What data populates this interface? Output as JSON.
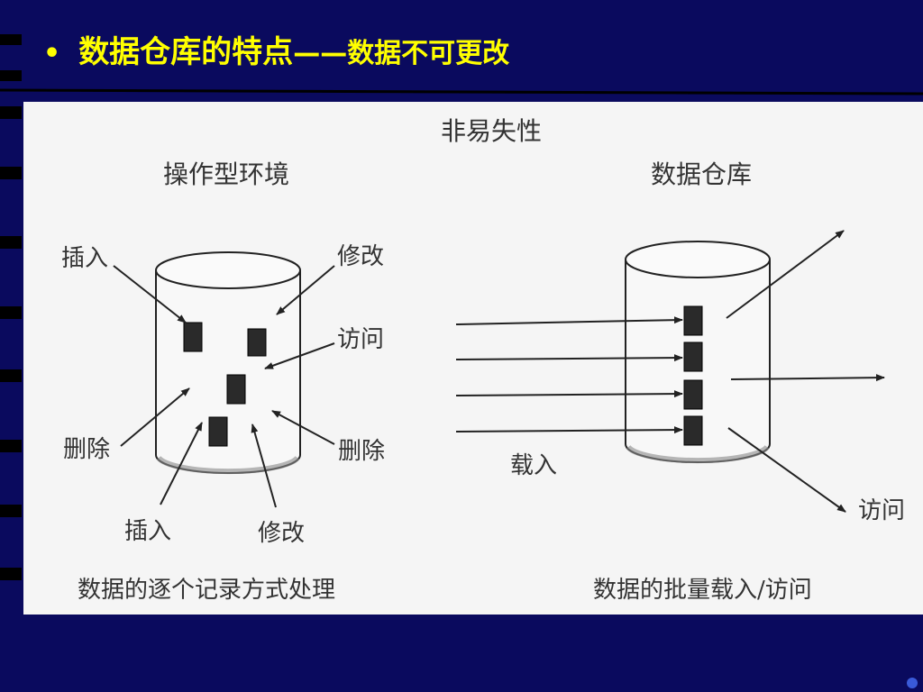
{
  "slide": {
    "bullet": "•",
    "title_main": "数据仓库的特点",
    "title_dash": "——",
    "title_sub": "数据不可更改"
  },
  "figure": {
    "heading": "非易失性",
    "left": {
      "caption_top": "操作型环境",
      "labels": {
        "insert_top": "插入",
        "modify_top": "修改",
        "access": "访问",
        "delete_left": "删除",
        "delete_right": "删除",
        "insert_bottom": "插入",
        "modify_bottom": "修改"
      },
      "caption_bottom": "数据的逐个记录方式处理"
    },
    "right": {
      "caption_top": "数据仓库",
      "labels": {
        "load": "载入",
        "access": "访问"
      },
      "caption_bottom": "数据的批量载入/访问"
    }
  },
  "colors": {
    "slide_background": "#0a0a5e",
    "title_text": "#ffff00",
    "figure_background": "#f5f5f5",
    "line": "#222222"
  }
}
